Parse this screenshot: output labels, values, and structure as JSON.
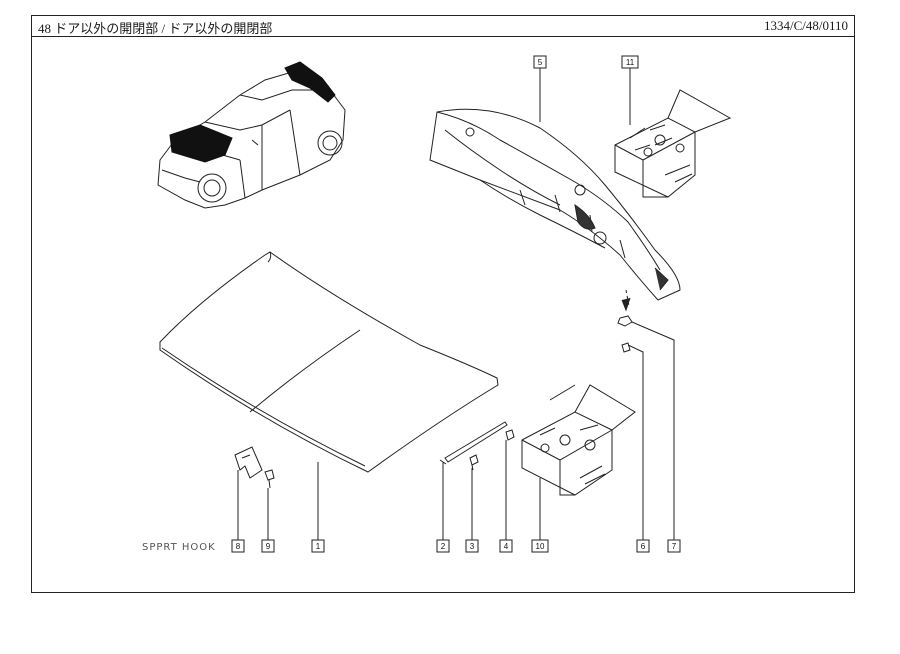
{
  "header": {
    "title": "48 ドア以外の開閉部 / ドア以外の開閉部",
    "reference": "1334/C/48/0110"
  },
  "annotation": "SPPRT HOOK",
  "callouts": [
    "1",
    "2",
    "3",
    "4",
    "5",
    "6",
    "7",
    "8",
    "9",
    "10",
    "11"
  ]
}
